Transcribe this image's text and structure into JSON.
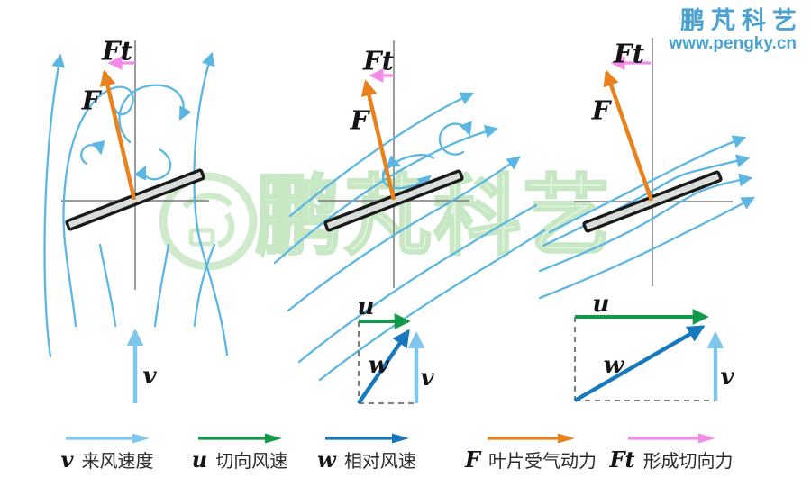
{
  "logo": {
    "title": "鹏芃科艺",
    "url": "www.pengky.cn",
    "color": "#4ba3d3"
  },
  "watermark": {
    "text": "鹏芃科艺"
  },
  "panels": [
    {
      "name": "stalled-separated-flow",
      "force_label": "F",
      "tangential_label": "Ft",
      "wind_label": "v"
    },
    {
      "name": "partially-separated-flow",
      "force_label": "F",
      "tangential_label": "Ft"
    },
    {
      "name": "attached-flow",
      "force_label": "F",
      "tangential_label": "Ft"
    }
  ],
  "triangles": [
    {
      "u": "u",
      "w": "w",
      "v": "v"
    },
    {
      "u": "u",
      "w": "w",
      "v": "v"
    }
  ],
  "legend": {
    "items": [
      {
        "symbol": "v",
        "label": "来风速度",
        "color": "#7ec6ec"
      },
      {
        "symbol": "u",
        "label": "切向风速",
        "color": "#12994a"
      },
      {
        "symbol": "w",
        "label": "相对风速",
        "color": "#1878be"
      },
      {
        "symbol": "F",
        "label": "叶片受气动力",
        "color": "#e8821e"
      },
      {
        "symbol": "Ft",
        "label": "形成切向力",
        "color": "#f28ce8"
      }
    ]
  },
  "colors": {
    "streamline": "#5cb6e4",
    "incoming_wind": "#7ec6ec",
    "tangential_wind": "#12994a",
    "relative_wind": "#1878be",
    "aero_force": "#e8821e",
    "tangential_force": "#f28ce8",
    "axis": "#7a7a7a",
    "blade_fill": "#dadeda",
    "blade_stroke": "#1a1a1a",
    "watermark": "#cfebcc"
  }
}
